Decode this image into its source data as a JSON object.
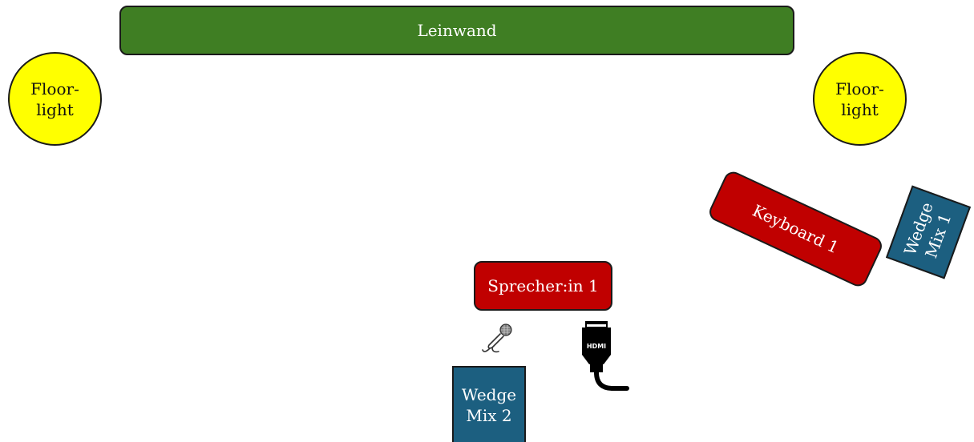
{
  "diagram": {
    "screen": {
      "label": "Leinwand",
      "color": "#3f7e23"
    },
    "floorlights": [
      {
        "label": "Floor-\nlight",
        "color": "#ffff00"
      },
      {
        "label": "Floor-\nlight",
        "color": "#ffff00"
      }
    ],
    "speaker": {
      "label": "Sprecher:in 1",
      "color": "#c00000"
    },
    "keyboard": {
      "label": "Keyboard 1",
      "color": "#c00000"
    },
    "wedges": [
      {
        "label": "Wedge\nMix 1",
        "color": "#1c5f80"
      },
      {
        "label": "Wedge\nMix 2",
        "color": "#1c5f80"
      }
    ],
    "icons": {
      "microphone": "microphone-icon",
      "hdmi": "hdmi-connector-icon",
      "hdmi_text": "HDMI"
    }
  }
}
